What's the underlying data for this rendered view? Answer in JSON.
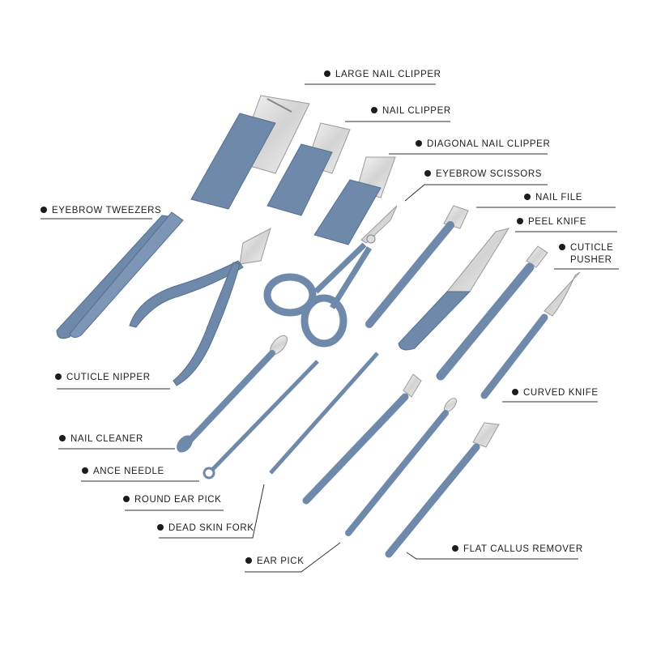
{
  "colors": {
    "tool_blue": "#6f89ab",
    "tool_blue_dark": "#56708f",
    "metal": "#e6e6e6",
    "leader": "#333333"
  },
  "labels": {
    "large_nail_clipper": "LARGE NAIL CLIPPER",
    "nail_clipper": "NAIL CLIPPER",
    "diagonal_nail_clipper": "DIAGONAL NAIL CLIPPER",
    "eyebrow_scissors": "EYEBROW SCISSORS",
    "nail_file": "NAIL FILE",
    "peel_knife": "PEEL KNIFE",
    "cuticle_pusher_1": "CUTICLE",
    "cuticle_pusher_2": "PUSHER",
    "eyebrow_tweezers": "EYEBROW TWEEZERS",
    "cuticle_nipper": "CUTICLE NIPPER",
    "curved_knife": "CURVED KNIFE",
    "nail_cleaner": "NAIL CLEANER",
    "ance_needle": "ANCE NEEDLE",
    "round_ear_pick": "ROUND EAR PICK",
    "dead_skin_fork": "DEAD SKIN FORK",
    "ear_pick": "EAR PICK",
    "flat_callus_remover": "FLAT CALLUS REMOVER"
  }
}
